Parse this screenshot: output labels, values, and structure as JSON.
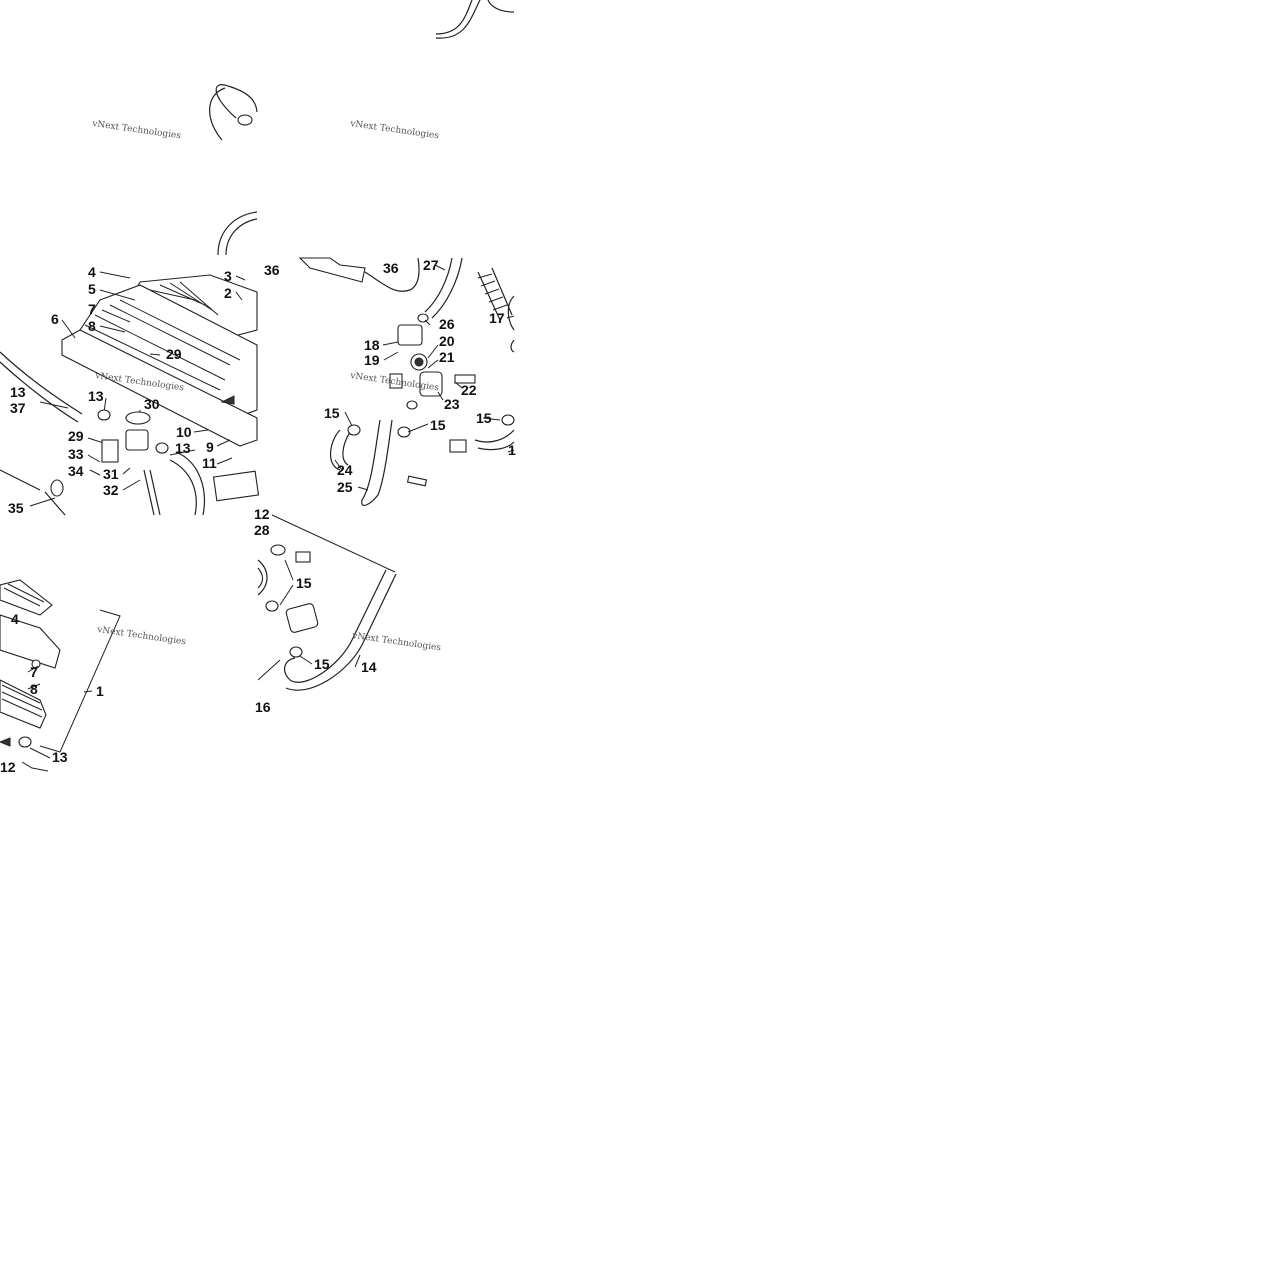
{
  "watermark": {
    "text": "vNext Technologies"
  },
  "tiles": {
    "top_left": {
      "callouts": []
    },
    "top_middle": {
      "callouts": []
    },
    "middle_left": {
      "callouts": [
        "4",
        "5",
        "7",
        "6",
        "8",
        "3",
        "2",
        "36",
        "29",
        "13",
        "37",
        "13",
        "30",
        "29",
        "33",
        "10",
        "9",
        "13",
        "11",
        "34",
        "31",
        "32",
        "35",
        "12",
        "28"
      ]
    },
    "middle_right": {
      "callouts": [
        "36",
        "27",
        "26",
        "18",
        "20",
        "19",
        "21",
        "22",
        "23",
        "15",
        "15",
        "15",
        "24",
        "25",
        "17",
        "1"
      ]
    },
    "bottom_left": {
      "callouts": [
        "4",
        "7",
        "8",
        "1",
        "13",
        "12"
      ]
    },
    "bottom_middle": {
      "callouts": [
        "15",
        "15",
        "14",
        "16"
      ]
    }
  }
}
